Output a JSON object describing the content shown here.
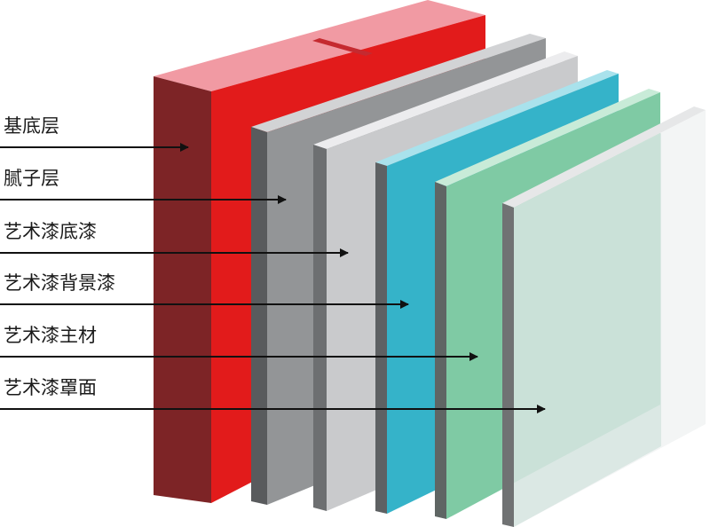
{
  "labels": {
    "substrate": "基底层",
    "putty": "腻子层",
    "primer": "艺术漆底漆",
    "background_paint": "艺术漆背景漆",
    "main_material": "艺术漆主材",
    "topcoat": "艺术漆罩面"
  },
  "colors": {
    "substrate_front": "#e21b1b",
    "substrate_side": "#7d2426",
    "substrate_top": "#f19aa3",
    "putty": "#939597",
    "primer": "#c9cacc",
    "background_paint": "#35b3c9",
    "main_material": "#7fcaa4",
    "topcoat": "#c7ddd6"
  }
}
